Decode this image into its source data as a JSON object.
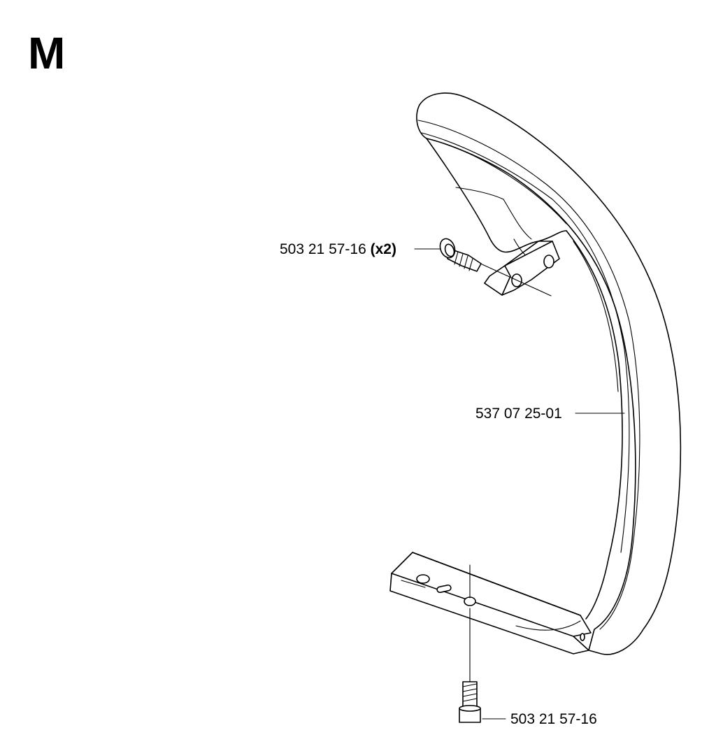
{
  "section": {
    "letter": "M"
  },
  "parts": [
    {
      "number": "503 21 57-16",
      "quantity": "(x2)"
    },
    {
      "number": "537 07 25-01"
    },
    {
      "number": "503 21 57-16"
    }
  ],
  "colors": {
    "line": "#000000",
    "background": "#ffffff"
  }
}
